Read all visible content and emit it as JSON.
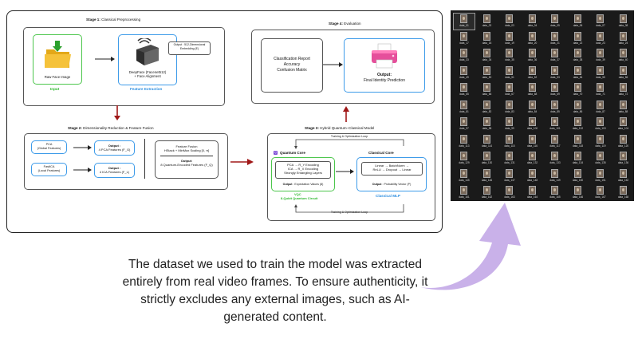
{
  "stage1": {
    "title_bold": "Stage 1:",
    "title_rest": " Classical Preprocessing",
    "input_image_label": "Raw Face Image",
    "input_caption": "Input",
    "deepface_label_1": "DeepFace (Facenet512)",
    "deepface_label_2": "+ Face Alignment",
    "embedding_note": "Output : 512-Dimensional Embedding (E)",
    "feature_caption": "Feature Extraction"
  },
  "stage2": {
    "title_bold": "Stage 2:",
    "title_rest": " Dimensionality Reduction & Feature Fusion",
    "pca_label": "PCA\n(Global Features)",
    "fastica_label": "FastICA\n(Local Features)",
    "pca_out_title": "Output :",
    "pca_out": "4 PCA Features (F_G)",
    "ica_out_title": "Output :",
    "ica_out": "4 ICA Features (F_L)",
    "fusion_title": "Feature Fusion",
    "fusion_desc": "HStack + MinMax Scaling [0, π]",
    "fusion_out_title": "Output:",
    "fusion_out": "8 Quantum-Encoded Features (F_Q)"
  },
  "stage3": {
    "title_bold": "Stage 3:",
    "title_rest": " Hybrid Quantum–Classical Model",
    "loop_top": "Training & Optimization Loop",
    "loop_bottom": "Training & Optimization Loop",
    "quantum_badge": "Q",
    "quantum_title": "Quantum Core",
    "quantum_lines": [
      "PCA → R_Y Encoding",
      "ICA → R_X Encoding",
      "Strongly Entangling Layers"
    ],
    "quantum_output_bold": "Output",
    "quantum_output_rest": " : Expectation Values (8)",
    "vqc_label_1": "VQC",
    "vqc_label_2": "8-Qubit Quantum Circuit",
    "classical_title": "Classical Core",
    "classical_line_1": "Linear → BatchNorm →",
    "classical_line_2": "ReLU → Dropout → Linear",
    "classical_output_bold": "Output",
    "classical_output_rest": " : Probability Vector (P)",
    "classical_caption": "Classical MLP"
  },
  "stage4": {
    "title_bold": "Stage 4:",
    "title_rest": " Evaluation",
    "report_lines": [
      "Classification Report",
      "Accuracy",
      "Confusion Matrix"
    ],
    "output_title": "Output:",
    "output_value": "Final Identity Prediction"
  },
  "mosaic": {
    "labels": [
      "data_01",
      "data_02",
      "data_03",
      "data_04",
      "data_05",
      "data_06",
      "data_07",
      "data_08",
      "data_17",
      "data_18",
      "data_19",
      "data_20",
      "data_21",
      "data_22",
      "data_23",
      "data_24",
      "data_33",
      "data_34",
      "data_35",
      "data_36",
      "data_37",
      "data_38",
      "data_39",
      "data_40",
      "data_49",
      "data_50",
      "data_51",
      "data_52",
      "data_53",
      "data_54",
      "data_55",
      "data_56",
      "data_65",
      "data_66",
      "data_67",
      "data_68",
      "data_69",
      "data_70",
      "data_71",
      "data_72",
      "data_81",
      "data_82",
      "data_83",
      "data_84",
      "data_85",
      "data_86",
      "data_87",
      "data_88",
      "data_97",
      "data_98",
      "data_99",
      "data_100",
      "data_101",
      "data_102",
      "data_103",
      "data_104",
      "data_113",
      "data_114",
      "data_115",
      "data_116",
      "data_117",
      "data_118",
      "data_119",
      "data_120",
      "data_129",
      "data_130",
      "data_131",
      "data_132",
      "data_133",
      "data_134",
      "data_135",
      "data_136",
      "data_145",
      "data_146",
      "data_147",
      "data_148",
      "data_149",
      "data_150",
      "data_151",
      "data_152",
      "data_161",
      "data_162",
      "data_163",
      "data_164",
      "data_165",
      "data_166",
      "data_167",
      "data_168"
    ]
  },
  "caption": "The dataset we used to train the model was extracted entirely from real video frames. To ensure authenticity, it strictly excludes any external images, such as AI-generated content.",
  "colors": {
    "green": "#4cc64c",
    "blue": "#3d9be9",
    "dark_red": "#a01818",
    "purple_arrow": "#b79be6",
    "quantum_badge": "#7c4bd6"
  }
}
